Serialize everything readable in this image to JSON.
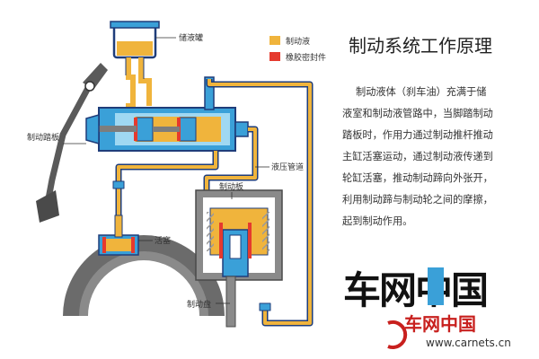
{
  "title": "制动系统工作原理",
  "legend": [
    {
      "label": "制动液",
      "color": "#f0b43c"
    },
    {
      "label": "橡胶密封件",
      "color": "#e53a2e"
    }
  ],
  "labels": {
    "reservoir": "储液罐",
    "pedal": "制动踏板",
    "hydraulic_line": "液压管道",
    "brake_pad": "制动板",
    "piston": "活塞",
    "brake_disc": "制动盘"
  },
  "description": [
    "制动液体（刹车油）充满于储",
    "液室和制动液管路中，当脚踏制动",
    "踏板时，作用力通过制动推杆推动",
    "主缸活塞运动，通过制动液传递到",
    "轮缸活塞，推动制动蹄向外张开，",
    "利用制动蹄与制动轮之间的摩擦，",
    "起到制动作用。"
  ],
  "watermark": {
    "brand_logo": "车网中国",
    "cn": "车网中国",
    "url": "www.carnets.cn"
  },
  "colors": {
    "fluid": "#f0b43c",
    "seal": "#e53a2e",
    "metal_blue": "#3aa0d8",
    "line_navy": "#1f3d7a",
    "drum_gray": "#6b6b6b"
  }
}
